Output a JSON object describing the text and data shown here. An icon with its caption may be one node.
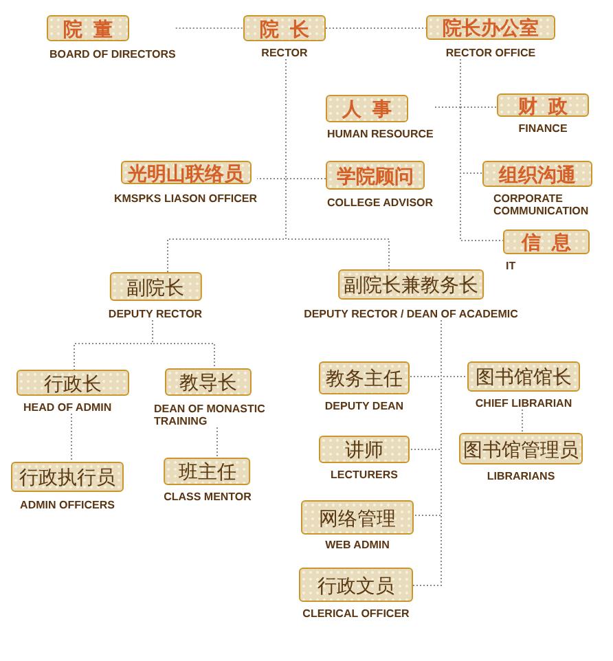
{
  "diagram": {
    "nodes": [
      {
        "text": [
          "院董",
          "BOARD OF DIRECTORS"
        ]
      },
      {
        "text": [
          "院长",
          "RECTOR"
        ]
      },
      {
        "text": [
          "院长办公室",
          "RECTOR OFFICE"
        ]
      },
      {
        "text": [
          "人事",
          "HUMAN RESOURCE"
        ]
      },
      {
        "text": [
          "财政",
          "FINANCE"
        ]
      },
      {
        "text": [
          "光明山联络员",
          "KMSPKS LIASON OFFICER"
        ]
      },
      {
        "text": [
          "学院顾问",
          "COLLEGE ADVISOR"
        ]
      },
      {
        "text": [
          "组织沟通",
          "CORPORATE COMMUNICATION"
        ]
      },
      {
        "text": [
          "信息",
          "IT"
        ]
      },
      {
        "text": [
          "副院长",
          "DEPUTY RECTOR"
        ]
      },
      {
        "text": [
          "副院长兼教务长",
          "DEPUTY RECTOR / DEAN OF ACADEMIC"
        ]
      },
      {
        "text": [
          "行政长",
          "HEAD OF ADMIN"
        ]
      },
      {
        "text": [
          "教导长",
          "DEAN OF MONASTIC TRAINING"
        ]
      },
      {
        "text": [
          "教务主任",
          "DEPUTY DEAN"
        ]
      },
      {
        "text": [
          "图书馆馆长",
          "CHIEF LIBRARIAN"
        ]
      },
      {
        "text": [
          "讲师",
          "LECTURERS"
        ]
      },
      {
        "text": [
          "图书馆管理员",
          "LIBRARIANS"
        ]
      },
      {
        "text": [
          "行政执行员",
          "ADMIN OFFICERS"
        ]
      },
      {
        "text": [
          "班主任",
          "CLASS MENTOR"
        ]
      },
      {
        "text": [
          "网络管理",
          "WEB ADMIN"
        ]
      },
      {
        "text": [
          "行政文员",
          "CLERICAL OFFICER"
        ]
      }
    ],
    "edges": [
      {
        "from": 0,
        "to": 1,
        "arrow": "none"
      },
      {
        "from": 1,
        "to": 2,
        "arrow": "none"
      },
      {
        "from": 1,
        "to": 5,
        "arrow": "none"
      },
      {
        "from": 1,
        "to": 6,
        "arrow": "none"
      },
      {
        "from": 1,
        "to": 9,
        "arrow": "none"
      },
      {
        "from": 1,
        "to": 10,
        "arrow": "none"
      },
      {
        "from": 2,
        "to": 3,
        "arrow": "none"
      },
      {
        "from": 2,
        "to": 4,
        "arrow": "none"
      },
      {
        "from": 2,
        "to": 7,
        "arrow": "none"
      },
      {
        "from": 2,
        "to": 8,
        "arrow": "none"
      },
      {
        "from": 9,
        "to": 11,
        "arrow": "none"
      },
      {
        "from": 9,
        "to": 12,
        "arrow": "none"
      },
      {
        "from": 10,
        "to": 13,
        "arrow": "none"
      },
      {
        "from": 10,
        "to": 14,
        "arrow": "none"
      },
      {
        "from": 10,
        "to": 15,
        "arrow": "none"
      },
      {
        "from": 10,
        "to": 19,
        "arrow": "none"
      },
      {
        "from": 10,
        "to": 20,
        "arrow": "none"
      },
      {
        "from": 11,
        "to": 17,
        "arrow": "none"
      },
      {
        "from": 12,
        "to": 18,
        "arrow": "none"
      },
      {
        "from": 14,
        "to": 16,
        "arrow": "none"
      }
    ]
  }
}
